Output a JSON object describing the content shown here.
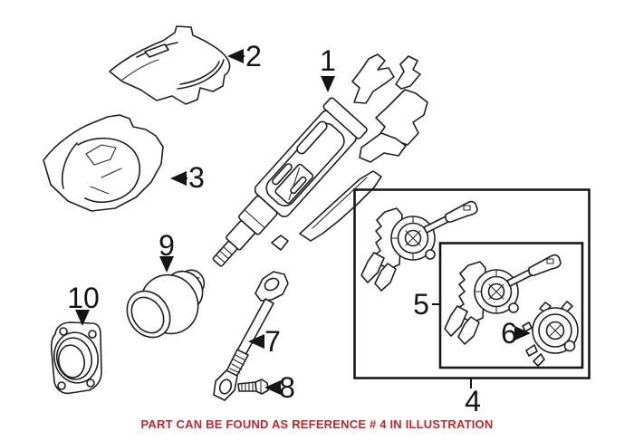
{
  "page": {
    "background": "#ffffff",
    "line_color": "#1f1f1f",
    "accent_red": "#c2272b"
  },
  "diagram": {
    "description": "exploded steering column parts illustration",
    "callouts": [
      {
        "label": "1"
      },
      {
        "label": "2"
      },
      {
        "label": "3"
      },
      {
        "label": "4"
      },
      {
        "label": "5"
      },
      {
        "label": "6"
      },
      {
        "label": "7"
      },
      {
        "label": "8"
      },
      {
        "label": "9"
      },
      {
        "label": "10"
      }
    ]
  },
  "footer": {
    "note": "PART CAN BE FOUND AS REFERENCE # 4 IN ILLUSTRATION",
    "color": "#c2272b"
  }
}
